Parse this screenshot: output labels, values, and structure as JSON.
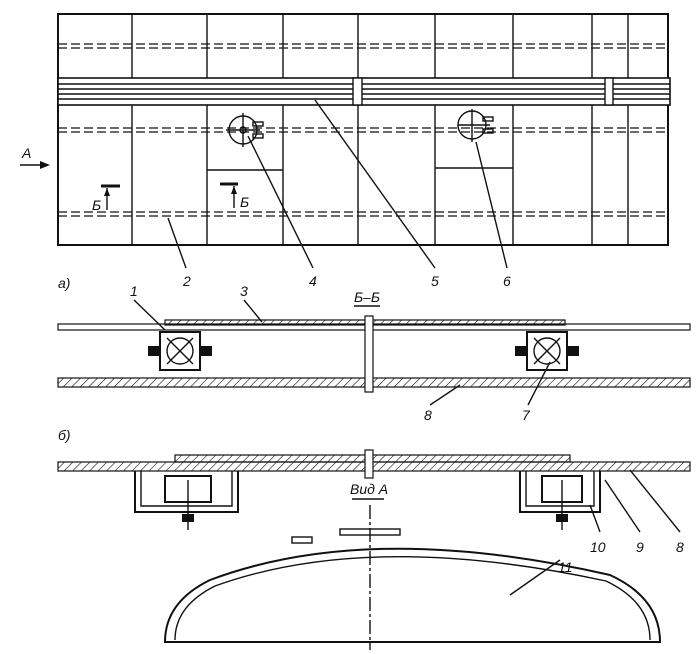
{
  "view_arrow": "A",
  "section_marker": "Б",
  "view_a_label": "а)",
  "view_b_label": "б)",
  "section_title": "Б–Б",
  "view_title": "Вид А",
  "callouts": {
    "c1": "1",
    "c2": "2",
    "c3": "3",
    "c4": "4",
    "c5": "5",
    "c6": "6",
    "c7": "7",
    "c8a": "8",
    "c8b": "8",
    "c9": "9",
    "c10": "10",
    "c11": "11"
  }
}
